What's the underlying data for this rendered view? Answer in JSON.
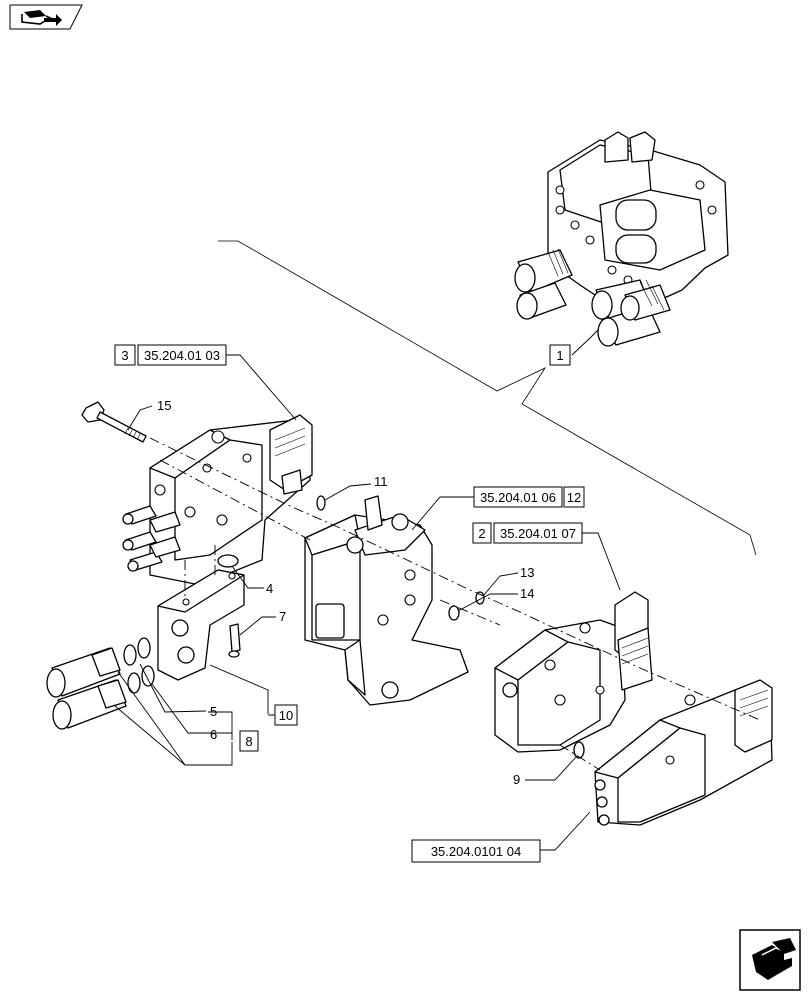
{
  "nav": {
    "top_left_icon": "book-arrow-icon",
    "bottom_right_icon": "next-page-arrow-icon"
  },
  "refs": {
    "r1_item": "1",
    "r3_item": "3",
    "r3_code": "35.204.01 03",
    "r12_code": "35.204.01 06",
    "r12_item": "12",
    "r2_item": "2",
    "r2_code": "35.204.01 07",
    "r8": "8",
    "r10": "10",
    "bottom_code": "35.204.0101 04"
  },
  "callouts": {
    "c4": "4",
    "c5": "5",
    "c6": "6",
    "c7": "7",
    "c9": "9",
    "c11": "11",
    "c13": "13",
    "c14": "14",
    "c15": "15"
  }
}
